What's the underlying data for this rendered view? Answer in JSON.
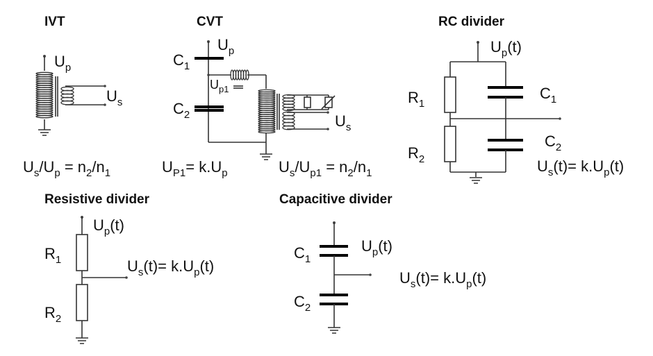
{
  "diagrams": {
    "ivt": {
      "title": "IVT",
      "primary_label": "U",
      "primary_sub": "p",
      "secondary_label": "U",
      "secondary_sub": "s",
      "formula": [
        "U",
        "s",
        "/U",
        "p",
        " = n",
        "2",
        "/n",
        "1"
      ]
    },
    "cvt": {
      "title": "CVT",
      "c1": "C",
      "c1_sub": "1",
      "c2": "C",
      "c2_sub": "2",
      "up": "U",
      "up_sub": "p",
      "up1": "U",
      "up1_sub": "p1",
      "us": "U",
      "us_sub": "s",
      "formula_left": [
        "U",
        "P1",
        "= k.U",
        "p"
      ],
      "formula_right": [
        "U",
        "s",
        "/U",
        "p1",
        " = n",
        "2",
        "/n",
        "1"
      ]
    },
    "rc": {
      "title": "RC divider",
      "up": "U",
      "up_sub": "p",
      "up_tail": "(t)",
      "r1": "R",
      "r1_sub": "1",
      "r2": "R",
      "r2_sub": "2",
      "c1": "C",
      "c1_sub": "1",
      "c2": "C",
      "c2_sub": "2",
      "formula": [
        "U",
        "s",
        "(t)= k.U",
        "p",
        "(t)"
      ]
    },
    "resistive": {
      "title": "Resistive divider",
      "up": "U",
      "up_sub": "p",
      "up_tail": "(t)",
      "r1": "R",
      "r1_sub": "1",
      "r2": "R",
      "r2_sub": "2",
      "formula": [
        "U",
        "s",
        "(t)= k.U",
        "p",
        "(t)"
      ]
    },
    "capacitive": {
      "title": "Capacitive divider",
      "up": "U",
      "up_sub": "p",
      "up_tail": "(t)",
      "c1": "C",
      "c1_sub": "1",
      "c2": "C",
      "c2_sub": "2",
      "formula": [
        "U",
        "s",
        "(t)= k.U",
        "p",
        "(t)"
      ]
    }
  }
}
